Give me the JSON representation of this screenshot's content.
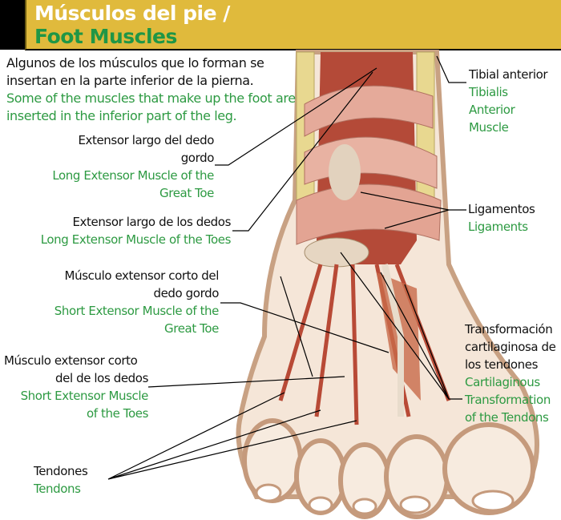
{
  "header": {
    "title_es": "Músculos del pie /",
    "title_en": "Foot Muscles"
  },
  "intro": {
    "es1": "Algunos de los músculos que lo forman se",
    "es2": "insertan en la parte inferior de la pierna.",
    "en1": "Some of the muscles that make up the foot are",
    "en2": "inserted in the inferior part of the leg."
  },
  "labels": {
    "ext_largo_dedo_gordo": {
      "es1": "Extensor largo del dedo",
      "es2": "gordo",
      "en1": "Long Extensor Muscle of the",
      "en2": "Great Toe"
    },
    "ext_largo_dedos": {
      "es": "Extensor largo de los dedos",
      "en": "Long Extensor Muscle of the Toes"
    },
    "ext_corto_dedo_gordo": {
      "es1": "Músculo extensor corto del",
      "es2": "dedo gordo",
      "en1": "Short Extensor Muscle of the",
      "en2": "Great Toe"
    },
    "ext_corto_dedos": {
      "es1": "Músculo extensor corto",
      "es2": "del de los dedos",
      "en1": "Short Extensor Muscle",
      "en2": "of the Toes"
    },
    "tendones": {
      "es": "Tendones",
      "en": "Tendons"
    },
    "tibial": {
      "es": "Tibial anterior",
      "en1": "Tibialis",
      "en2": "Anterior",
      "en3": "Muscle"
    },
    "ligamentos": {
      "es": "Ligamentos",
      "en": "Ligaments"
    },
    "transformacion": {
      "es1": "Transformación",
      "es2": "cartilaginosa de",
      "es3": "los tendones",
      "en1": "Cartilaginous",
      "en2": "Transformation",
      "en3": "of the Tendons"
    }
  },
  "colors": {
    "header": "#e0ba3c",
    "green": "#2d9a42",
    "muscle": "#c0533f",
    "skin": "#f3e3d3"
  }
}
